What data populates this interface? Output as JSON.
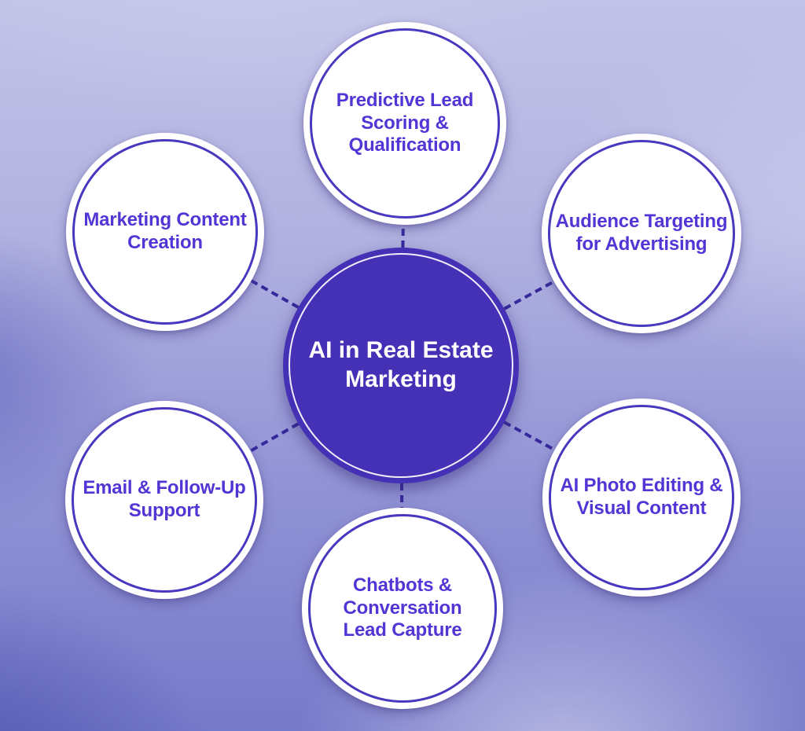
{
  "diagram": {
    "title": "AI in Real Estate Marketing",
    "center": {
      "label": "AI in Real Estate\nMarketing"
    },
    "nodes": [
      {
        "id": "predictive-lead-scoring",
        "label": "Predictive Lead\nScoring &\nQualification"
      },
      {
        "id": "audience-targeting",
        "label": "Audience Targeting\nfor Advertising"
      },
      {
        "id": "ai-photo-editing",
        "label": "AI Photo Editing &\nVisual Content"
      },
      {
        "id": "chatbots-lead-capture",
        "label": "Chatbots &\nConversation\nLead Capture"
      },
      {
        "id": "email-follow-up",
        "label": "Email & Follow-Up\nSupport"
      },
      {
        "id": "marketing-content-creation",
        "label": "Marketing Content\nCreation"
      }
    ],
    "colors": {
      "center_fill": "#4431b5",
      "center_text": "#ffffff",
      "node_fill": "#ffffff",
      "node_ring": "#4838c0",
      "node_text": "#5335d5",
      "connector": "#37289c",
      "background_top": "#c2c3e8",
      "background_bottom": "#7579c9"
    }
  }
}
